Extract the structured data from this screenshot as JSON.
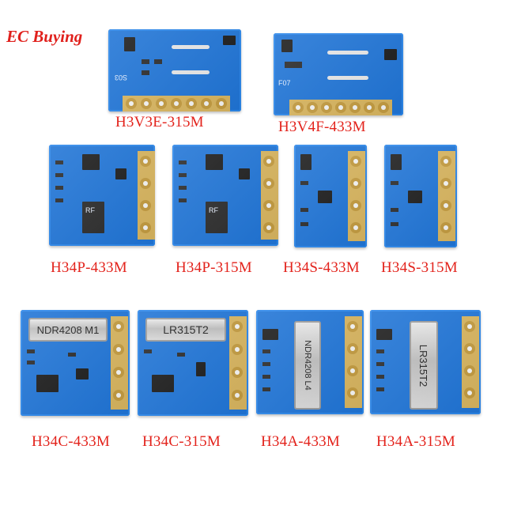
{
  "brand": "EC Buying",
  "products": [
    {
      "id": "h3v3e",
      "label": "H3V3E-315M"
    },
    {
      "id": "h3v4f",
      "label": "H3V4F-433M"
    },
    {
      "id": "h34p433",
      "label": "H34P-433M"
    },
    {
      "id": "h34p315",
      "label": "H34P-315M"
    },
    {
      "id": "h34s433",
      "label": "H34S-433M"
    },
    {
      "id": "h34s315",
      "label": "H34S-315M"
    },
    {
      "id": "h34c433",
      "label": "H34C-433M"
    },
    {
      "id": "h34c315",
      "label": "H34C-315M"
    },
    {
      "id": "h34a433",
      "label": "H34A-433M"
    },
    {
      "id": "h34a315",
      "label": "H34A-315M"
    }
  ],
  "board_marks": {
    "h3v3e": "S03",
    "h3v4f": "F07",
    "h34p_rf": "RF",
    "h34c433_crystal": "NDR4208 M1",
    "h34c315_crystal": "LR315T2",
    "h34a433_crystal": "NDR4208 L4",
    "h34a315_crystal": "LR315T2"
  },
  "colors": {
    "pcb": "#1f74d6",
    "label": "#e3231c",
    "pad": "#d2b25c"
  }
}
